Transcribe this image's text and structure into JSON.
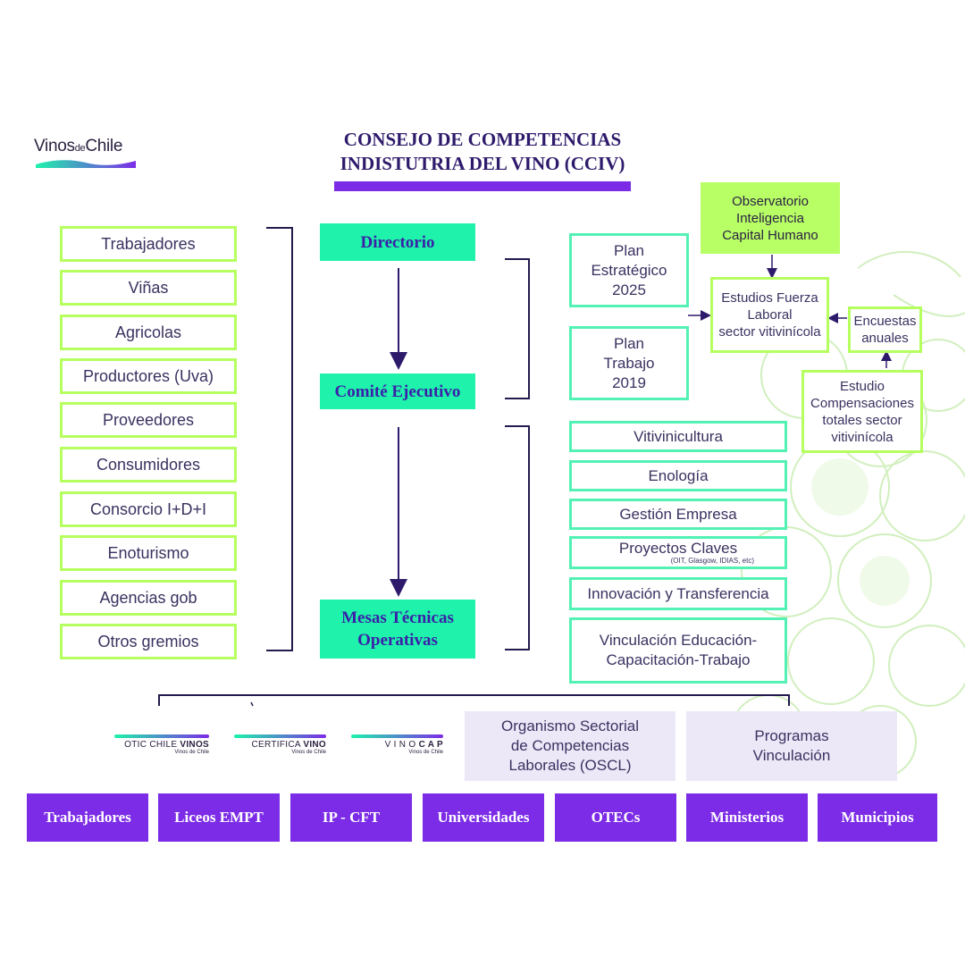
{
  "logo": {
    "brand_main": "Vinos",
    "brand_de": "de",
    "brand_end": "Chile"
  },
  "title": {
    "line1": "CONSEJO DE COMPETENCIAS",
    "line2": "INDISTUTRIA DEL VINO (CCIV)"
  },
  "stakeholders": [
    "Trabajadores",
    "Viñas",
    "Agricolas",
    "Productores (Uva)",
    "Proveedores",
    "Consumidores",
    "Consorcio I+D+I",
    "Enoturismo",
    "Agencias gob",
    "Otros gremios"
  ],
  "central": {
    "directorio": "Directorio",
    "comite": "Comité Ejecutivo",
    "mesas_line1": "Mesas Técnicas",
    "mesas_line2": "Operativas"
  },
  "plans": {
    "estrategico": [
      "Plan",
      "Estratégico",
      "2025"
    ],
    "trabajo": [
      "Plan",
      "Trabajo",
      "2019"
    ]
  },
  "observatorio": [
    "Observatorio",
    "Inteligencia",
    "Capital Humano"
  ],
  "estudios_fuerza": [
    "Estudios Fuerza",
    "Laboral",
    "sector vitivinícola"
  ],
  "encuestas": [
    "Encuestas",
    "anuales"
  ],
  "estudio_comp": [
    "Estudio",
    "Compensaciones",
    "totales sector",
    "vitivinícola"
  ],
  "mesas": {
    "vitivinicultura": "Vitivinicultura",
    "enologia": "Enología",
    "gestion": "Gestión Empresa",
    "proyectos": "Proyectos Claves",
    "proyectos_note": "(OIT, Glasgow, IDIAS, etc)",
    "innovacion": "Innovación y Transferencia",
    "vinculacion_line1": "Vinculación Educación-",
    "vinculacion_line2": "Capacitación-Trabajo"
  },
  "org_logos": {
    "otic_main": "OTIC CHILE ",
    "otic_bold": "VINOS",
    "otic_sub": "Vinos de Chile",
    "cert_main": "CERTIFICA ",
    "cert_bold": "VINO",
    "cert_sub": "Vinos de Chile",
    "vino_main": "V I N O ",
    "vino_bold": "C A P",
    "vino_sub": "Vinos de Chile"
  },
  "oscl": [
    "Organismo Sectorial",
    "de Competencias",
    "Laborales (OSCL)"
  ],
  "programas": [
    "Programas",
    "Vinculación"
  ],
  "partners": [
    "Trabajadores",
    "Liceos EMPT",
    "IP - CFT",
    "Universidades",
    "OTECs",
    "Ministerios",
    "Municipios"
  ],
  "colors": {
    "purple": "#7c2ce6",
    "navy": "#2e1a6b",
    "mint": "#1ef2ab",
    "lime": "#b5ff5e",
    "lavender": "#ede8f8"
  }
}
